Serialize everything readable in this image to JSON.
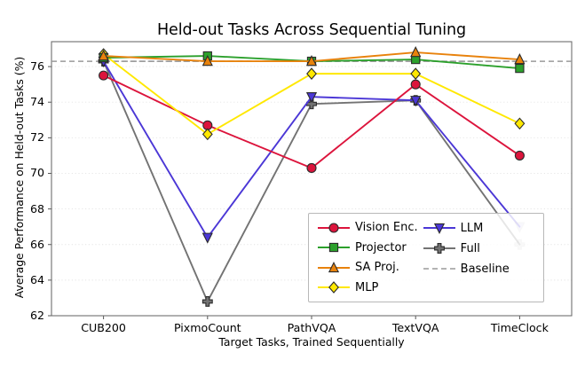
{
  "chart_data": {
    "type": "line",
    "title": "Held-out Tasks Across Sequential Tuning",
    "xlabel": "Target Tasks, Trained Sequentially",
    "ylabel": "Average Performance on Held-out Tasks (%)",
    "categories": [
      "CUB200",
      "PixmoCount",
      "PathVQA",
      "TextVQA",
      "TimeClock"
    ],
    "ylim": [
      62,
      77.4
    ],
    "yticks": [
      62,
      64,
      66,
      68,
      70,
      72,
      74,
      76
    ],
    "ytick_labels": [
      "62",
      "64",
      "66",
      "68",
      "70",
      "72",
      "74",
      "76"
    ],
    "grid": true,
    "legend_position": "lower right",
    "baseline_value": 76.3,
    "series": [
      {
        "name": "Vision Enc.",
        "color": "#DC143C",
        "marker": "circle",
        "marker_face": "#DC143C",
        "values": [
          75.5,
          72.7,
          70.3,
          75.0,
          71.0
        ]
      },
      {
        "name": "Projector",
        "color": "#2CA02C",
        "marker": "square",
        "marker_face": "#2CA02C",
        "values": [
          76.5,
          76.6,
          76.3,
          76.4,
          75.9
        ]
      },
      {
        "name": "SA Proj.",
        "color": "#E8820C",
        "marker": "triangle-up",
        "marker_face": "#E8820C",
        "values": [
          76.6,
          76.3,
          76.3,
          76.8,
          76.4
        ]
      },
      {
        "name": "MLP",
        "color": "#FFE800",
        "marker": "diamond",
        "marker_face": "#FFE800",
        "values": [
          76.7,
          72.2,
          75.6,
          75.6,
          72.8
        ]
      },
      {
        "name": "LLM",
        "color": "#4B37D6",
        "marker": "triangle-down",
        "marker_face": "#4B37D6",
        "values": [
          76.3,
          66.4,
          74.3,
          74.1,
          67.0
        ]
      },
      {
        "name": "Full",
        "color": "#737373",
        "marker": "plus",
        "marker_face": "#737373",
        "values": [
          76.3,
          62.8,
          73.9,
          74.1,
          66.0
        ]
      },
      {
        "name": "Baseline",
        "color": "#9a9a9a",
        "marker": "none",
        "style": "dashed",
        "values": [
          76.3,
          76.3,
          76.3,
          76.3,
          76.3
        ]
      }
    ]
  },
  "legend": {
    "entries": [
      {
        "label": "Vision Enc."
      },
      {
        "label": "Projector"
      },
      {
        "label": "SA Proj."
      },
      {
        "label": "MLP"
      },
      {
        "label": "LLM"
      },
      {
        "label": "Full"
      },
      {
        "label": "Baseline"
      }
    ]
  }
}
